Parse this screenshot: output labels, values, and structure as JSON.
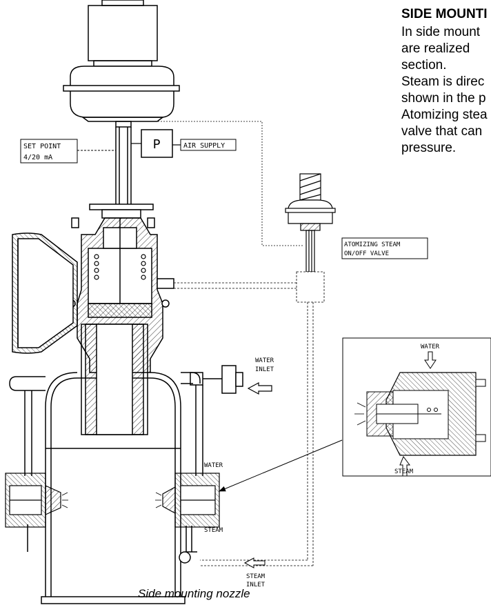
{
  "heading": "SIDE MOUNTI",
  "paragraph": {
    "line1": "In side mount",
    "line2": "are   realized",
    "line3": "section.",
    "line4": "Steam is direc",
    "line5": "shown in the p",
    "line6": "Atomizing stea",
    "line7": "valve that can",
    "line8": "pressure."
  },
  "labels": {
    "set_point_1": "SET POINT",
    "set_point_2": "4/20 mA",
    "positioner": "P",
    "air_supply": "AIR SUPPLY",
    "atomizing_1": "ATOMIZING STEAM",
    "atomizing_2": "ON/OFF VALVE",
    "water_inlet_1": "WATER",
    "water_inlet_2": "INLET",
    "water": "WATER",
    "steam": "STEAM",
    "steam_inlet_1": "STEAM",
    "steam_inlet_2": "INLET",
    "detail_water": "WATER",
    "detail_steam": "STEAM"
  },
  "caption": "Side mounting nozzle"
}
